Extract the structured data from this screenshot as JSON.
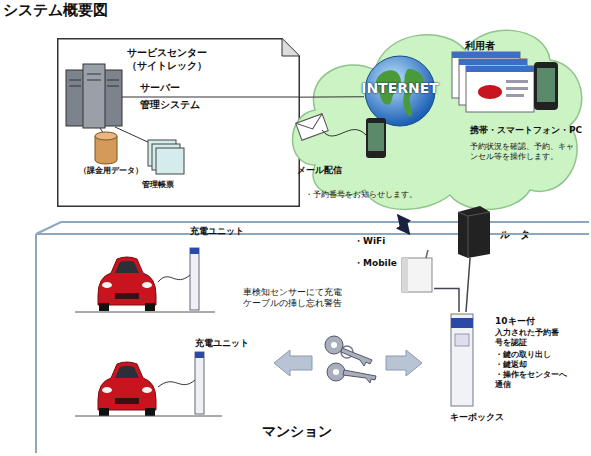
{
  "diagram": {
    "title": "システム概要図",
    "nodes": [
      {
        "text": [
          "サービスセンター （サイトレック）",
          "サーバー",
          "管理システム",
          "（課金用データ）",
          "管理帳票"
        ]
      },
      {
        "text": [
          "利用者",
          "携帯・スマートフォン・PC",
          "予約状況を確認、予約、キャンセル等を操作します。",
          "メール配信"
        ]
      },
      {
        "text": [
          "INTERNET"
        ],
        "in": 1
      },
      {
        "text": [
          "ルーター"
        ]
      },
      {
        "text": [
          "マンション"
        ]
      },
      {
        "text": [
          "充電ユニット"
        ],
        "in": 4
      },
      {
        "text": [
          "充電ユニット"
        ],
        "in": 4
      },
      {
        "text": [
          "・WiFi",
          "・Mobile"
        ],
        "in": 4
      },
      {
        "text": [
          "キーボックス",
          "10キー付",
          "入力された予約番号を認証",
          "・鍵の取り出し",
          "・鍵返却",
          "・操作をセンターへ通信"
        ],
        "in": 4
      }
    ],
    "edges": [
      {
        "from": 0,
        "to": 2,
        "arrow": "none"
      },
      {
        "from": 1,
        "to": 7,
        "arrow": "both"
      },
      {
        "from": 3,
        "to": 8,
        "arrow": "none"
      },
      {
        "from": 7,
        "to": 8,
        "arrow": "none"
      }
    ],
    "labels": [
      "・予約番号をお知らせします。",
      "車検知センサーにて充電ケーブルの挿し忘れ警告"
    ]
  }
}
